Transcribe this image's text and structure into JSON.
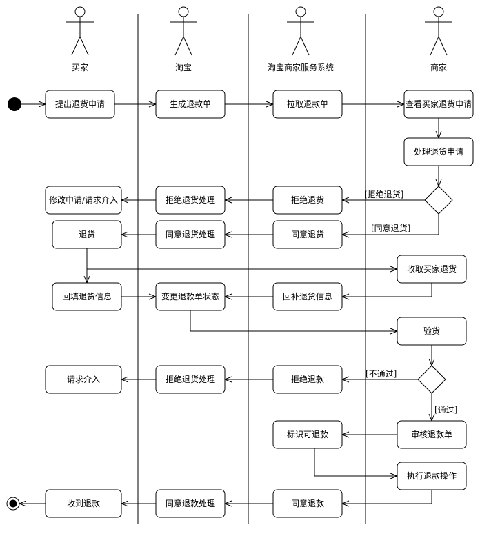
{
  "actors": [
    {
      "id": "buyer",
      "label": "买家"
    },
    {
      "id": "taobao",
      "label": "淘宝"
    },
    {
      "id": "system",
      "label": "淘宝商家服务系统"
    },
    {
      "id": "merchant",
      "label": "商家"
    }
  ],
  "nodes": {
    "a1": {
      "label": "提出退货申请"
    },
    "a2": {
      "label": "生成退款单"
    },
    "a3": {
      "label": "拉取退款单"
    },
    "a4": {
      "label": "查看买家退货申请"
    },
    "a5": {
      "label": "处理退货申请"
    },
    "a6": {
      "label": "拒绝退货"
    },
    "a7": {
      "label": "拒绝退货处理"
    },
    "a8": {
      "label": "修改申请/请求介入"
    },
    "a9": {
      "label": "同意退货"
    },
    "a10": {
      "label": "同意退货处理"
    },
    "a11": {
      "label": "退货"
    },
    "a12": {
      "label": "收取买家退货"
    },
    "a13": {
      "label": "回补退货信息"
    },
    "a14": {
      "label": "变更退款单状态"
    },
    "a15": {
      "label": "回填退货信息"
    },
    "a16": {
      "label": "验货"
    },
    "a17": {
      "label": "拒绝退款"
    },
    "a18": {
      "label": "拒绝退货处理"
    },
    "a19": {
      "label": "请求介入"
    },
    "a20": {
      "label": "审核退款单"
    },
    "a21": {
      "label": "标识可退款"
    },
    "a22": {
      "label": "执行退款操作"
    },
    "a23": {
      "label": "同意退款"
    },
    "a24": {
      "label": "同意退款处理"
    },
    "a25": {
      "label": "收到退款"
    }
  },
  "guards": {
    "reject_return": "[拒绝退货]",
    "agree_return": "[同意退货]",
    "fail": "[不通过]",
    "pass": "[通过]"
  }
}
